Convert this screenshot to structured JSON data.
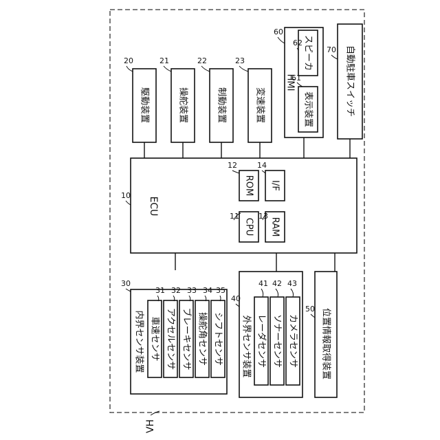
{
  "vehicle": {
    "label": "VH"
  },
  "ecu": {
    "ref": "10",
    "label": "ECU",
    "cpu": {
      "ref": "11",
      "label": "CPU"
    },
    "rom": {
      "ref": "12",
      "label": "ROM"
    },
    "ram": {
      "ref": "13",
      "label": "RAM"
    },
    "interface": {
      "ref": "14",
      "label": "I/F"
    }
  },
  "top_units": {
    "drive": {
      "ref": "20",
      "label": "駆動装置"
    },
    "steering": {
      "ref": "21",
      "label": "操舵装置"
    },
    "braking": {
      "ref": "22",
      "label": "制動装置"
    },
    "transmission": {
      "ref": "23",
      "label": "変速装置"
    },
    "parking_switch": {
      "ref": "70",
      "label": "自動駐車スイッチ"
    }
  },
  "hmi": {
    "ref": "60",
    "label": "HMI",
    "display": {
      "ref": "61",
      "label": "表示装置"
    },
    "speaker": {
      "ref": "62",
      "label": "スピーカ"
    }
  },
  "internal_sensors": {
    "ref": "30",
    "label": "内界センサ装置",
    "items": [
      {
        "ref": "31",
        "label": "車速センサ"
      },
      {
        "ref": "32",
        "label": "アクセルセンサ"
      },
      {
        "ref": "33",
        "label": "ブレーキセンサ"
      },
      {
        "ref": "34",
        "label": "操舵角センサ"
      },
      {
        "ref": "35",
        "label": "シフトセンサ"
      }
    ]
  },
  "external_sensors": {
    "ref": "40",
    "label": "外界センサ装置",
    "items": [
      {
        "ref": "41",
        "label": "レーダセンサ"
      },
      {
        "ref": "42",
        "label": "ソナーセンサ"
      },
      {
        "ref": "43",
        "label": "カメラセンサ"
      }
    ]
  },
  "position_device": {
    "ref": "50",
    "label": "位置情報取得装置"
  }
}
